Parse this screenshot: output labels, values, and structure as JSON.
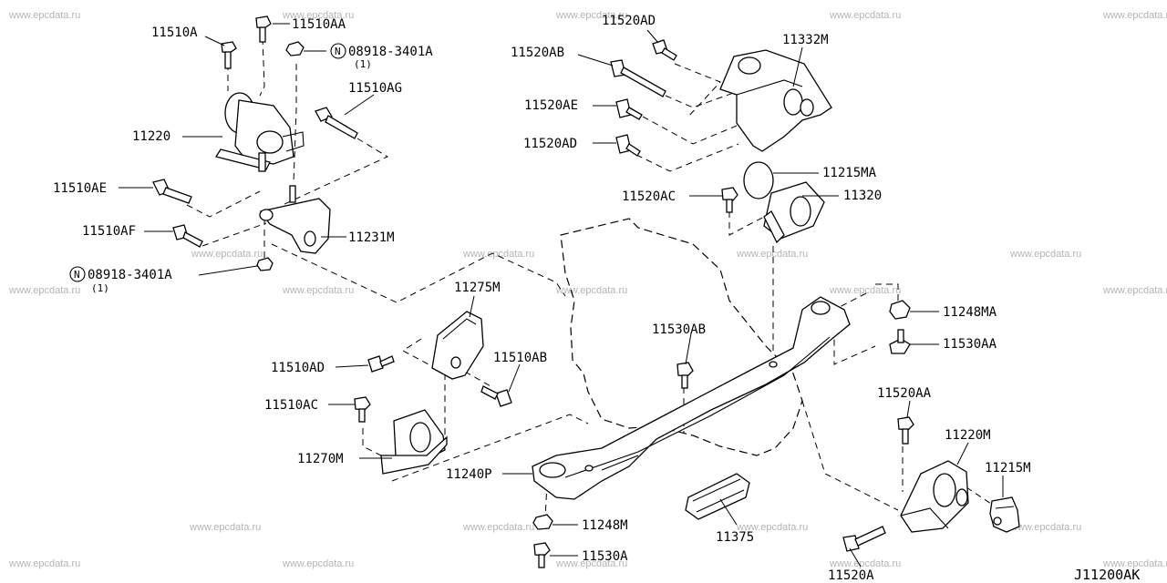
{
  "diagram": {
    "code": "J11200AK",
    "watermark": "www.epcdata.ru",
    "parts": {
      "p11510A": "11510A",
      "p11510AA": "11510AA",
      "p08918a": "08918-3401A",
      "p08918a_qty": "(1)",
      "p11510AG": "11510AG",
      "p11220": "11220",
      "p11510AE": "11510AE",
      "p11231M": "11231M",
      "p11510AF": "11510AF",
      "p08918b": "08918-3401A",
      "p08918b_qty": "(1)",
      "p11520AD_top": "11520AD",
      "p11332M": "11332M",
      "p11520AB": "11520AB",
      "p11520AE": "11520AE",
      "p11520AD": "11520AD",
      "p11215MA": "11215MA",
      "p11520AC": "11520AC",
      "p11320": "11320",
      "p11275M": "11275M",
      "p11510AD": "11510AD",
      "p11510AB": "11510AB",
      "p11510AC": "11510AC",
      "p11270M": "11270M",
      "p11530AB": "11530AB",
      "p11248MA": "11248MA",
      "p11530AA": "11530AA",
      "p11520AA": "11520AA",
      "p11220M": "11220M",
      "p11215M": "11215M",
      "p11240P": "11240P",
      "p11248M": "11248M",
      "p11375": "11375",
      "p11530A": "11530A",
      "p11520A": "11520A"
    },
    "n_mark": "N"
  }
}
